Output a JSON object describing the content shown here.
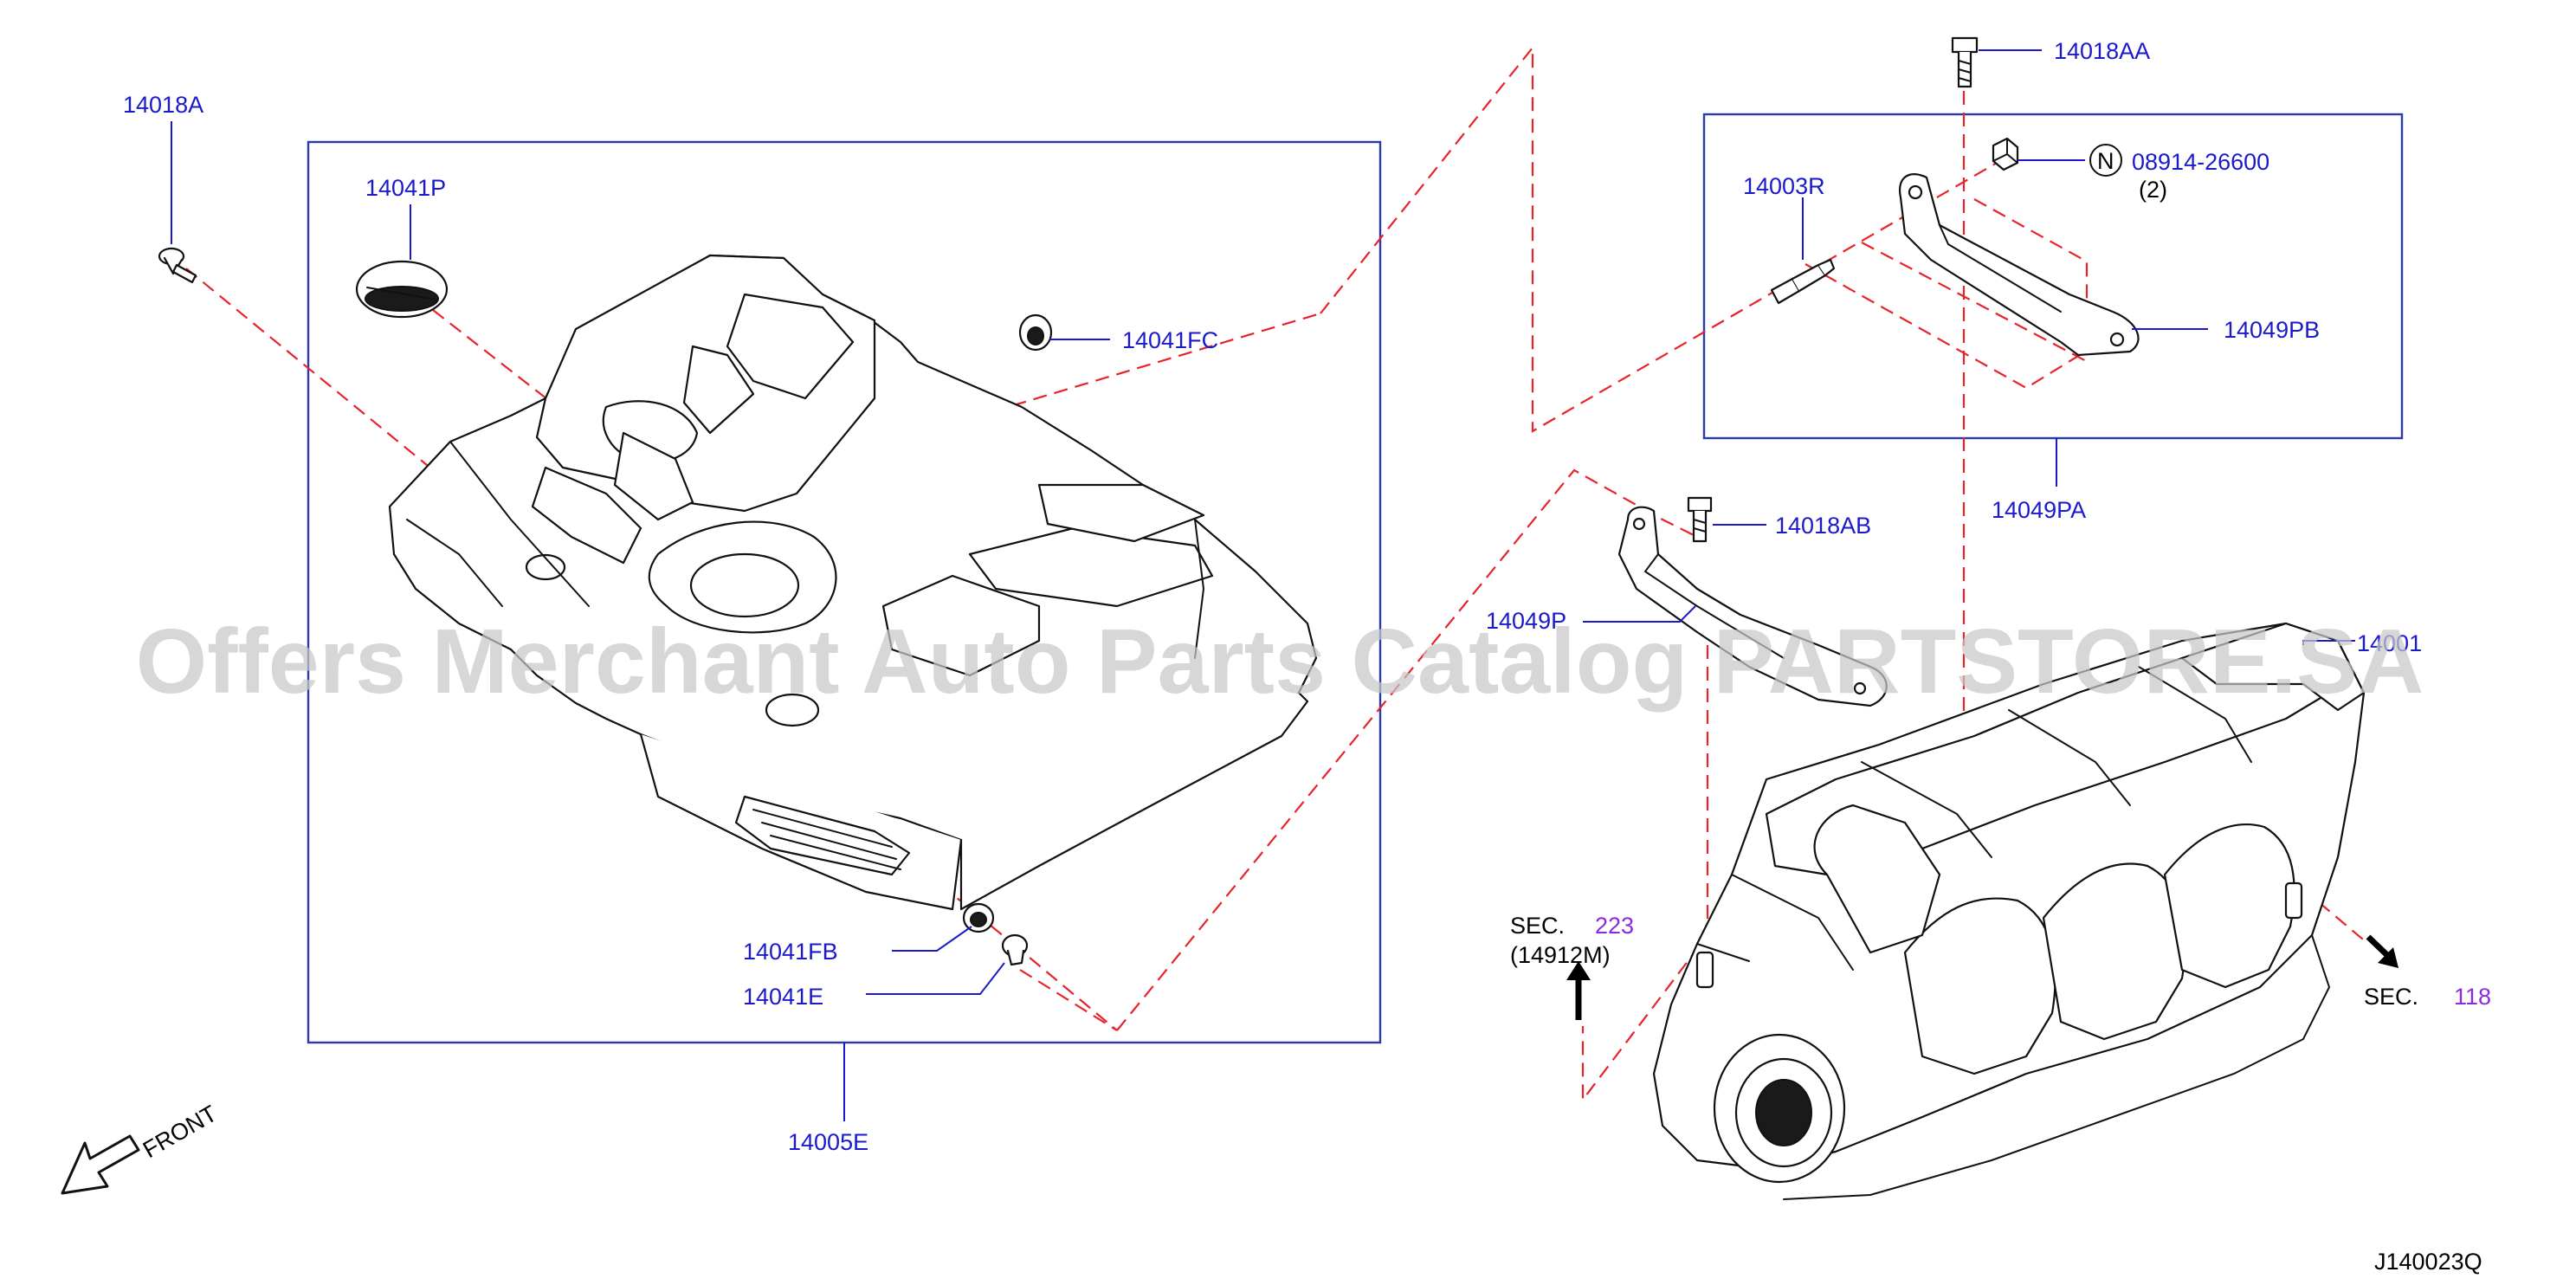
{
  "parts": {
    "p14018A": "14018A",
    "p14041P": "14041P",
    "p14041FC": "14041FC",
    "p14041FB": "14041FB",
    "p14041E": "14041E",
    "p14005E": "14005E",
    "p14018AA": "14018AA",
    "p14003R": "14003R",
    "p08914": "08914-26600",
    "qty2": "(2)",
    "nut_symbol": "N",
    "p14049PB": "14049PB",
    "p14049PA": "14049PA",
    "p14018AB": "14018AB",
    "p14049P": "14049P",
    "p14001": "14001"
  },
  "sections": {
    "sec_label": "SEC.",
    "sec223_num": "223",
    "sec223_sub": "(14912M)",
    "sec118_num": "118"
  },
  "front_label": "FRONT",
  "diagram_code": "J140023Q",
  "watermark": "Offers Merchant Auto Parts Catalog PARTSTORE.SA",
  "colors": {
    "part_label": "#1a1acc",
    "dashed_line": "#e8232a",
    "frame": "#2a3aa8",
    "section_number": "#8a2be2"
  }
}
